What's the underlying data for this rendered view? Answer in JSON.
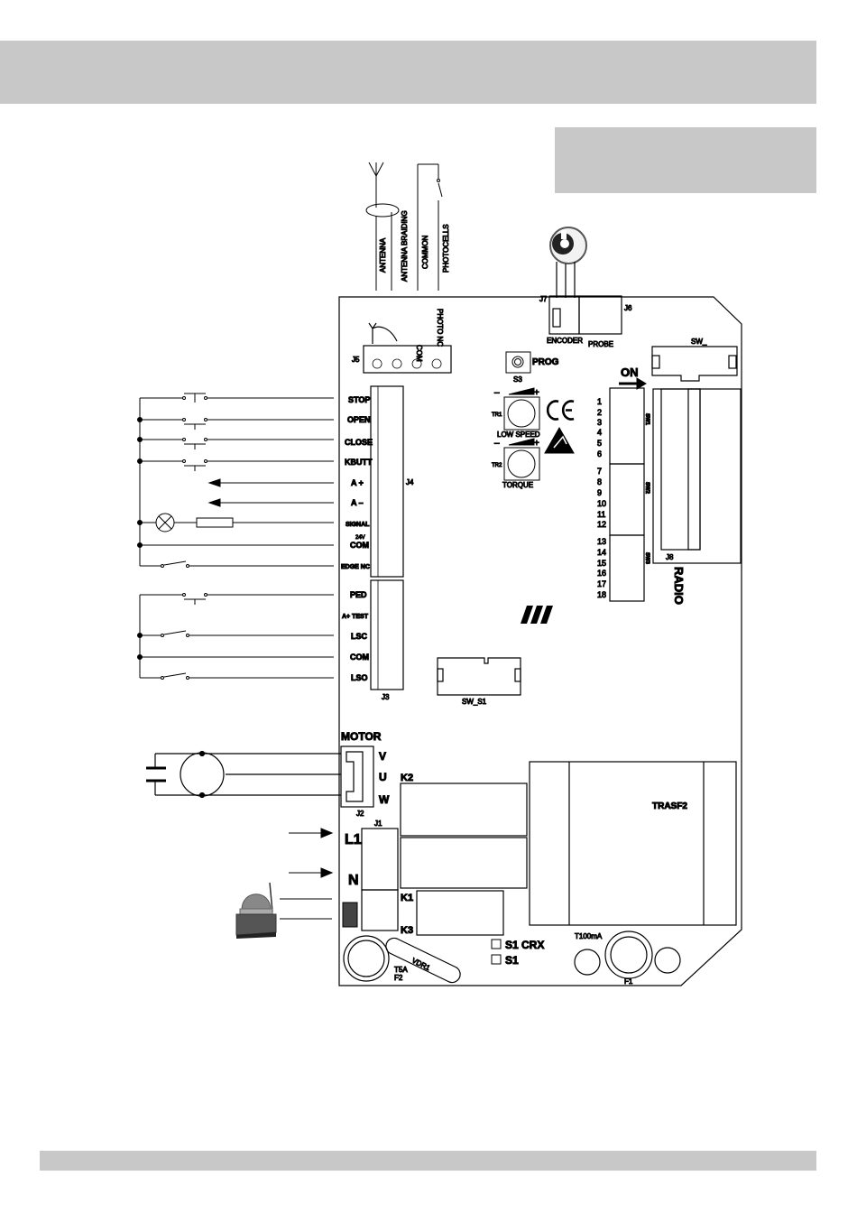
{
  "wires": {
    "antenna": "ANTENNA",
    "antenna_braiding": "ANTENNA BRAIDING",
    "common": "COMMON",
    "photocells": "PHOTOCELLS"
  },
  "board": {
    "j5": "J5",
    "j5_com": "COM",
    "j5_photo": "PHOTO NC",
    "j7": "J7",
    "j6": "J6",
    "encoder": "ENCODER",
    "probe": "PROBE",
    "s3": "S3",
    "prog": "PROG",
    "sw": "SW_",
    "on": "ON",
    "tr1": "TR1",
    "tr2": "TR2",
    "low_speed": "LOW SPEED",
    "torque": "TORQUE",
    "sw1": "SW1",
    "sw2": "SW2",
    "sw3": "SW3",
    "dip_numbers": [
      "1",
      "2",
      "3",
      "4",
      "5",
      "6",
      "7",
      "8",
      "9",
      "10",
      "11",
      "12",
      "13",
      "14",
      "15",
      "16",
      "17",
      "18"
    ],
    "j8": "J8",
    "radio": "RADIO",
    "j4": "J4",
    "j3": "J3",
    "j4_terminals": [
      "STOP",
      "OPEN",
      "CLOSE",
      "KBUTT",
      "A +",
      "A –",
      "SIGNAL",
      "COM",
      "EDGE NC"
    ],
    "j3_terminals": [
      "PED",
      "A+ TEST",
      "LSC",
      "COM",
      "LSO"
    ],
    "v24": "24V",
    "sw_s1": "SW_S1",
    "motor": "MOTOR",
    "motor_phases": [
      "V",
      "U",
      "W"
    ],
    "j2": "J2",
    "j1": "J1",
    "l1": "L1",
    "n": "N",
    "k2": "K2",
    "k1": "K1",
    "k3": "K3",
    "trasf2": "TRASF2",
    "s1_crx": "S1 CRX",
    "s1": "S1",
    "t100ma": "T100mA",
    "f1": "F1",
    "t5a": "T5A",
    "f2": "F2",
    "vdr1": "VDR1"
  },
  "colors": {
    "header_band": "#c8c8c8",
    "line": "#000000"
  },
  "icons": [
    "antenna-icon",
    "encoder-magnet-icon",
    "ce-mark-icon",
    "esd-warning-icon",
    "manufacturer-logo-icon",
    "flashing-lamp-icon",
    "motor-symbol-icon",
    "capacitor-icon",
    "lamp-symbol-icon"
  ]
}
